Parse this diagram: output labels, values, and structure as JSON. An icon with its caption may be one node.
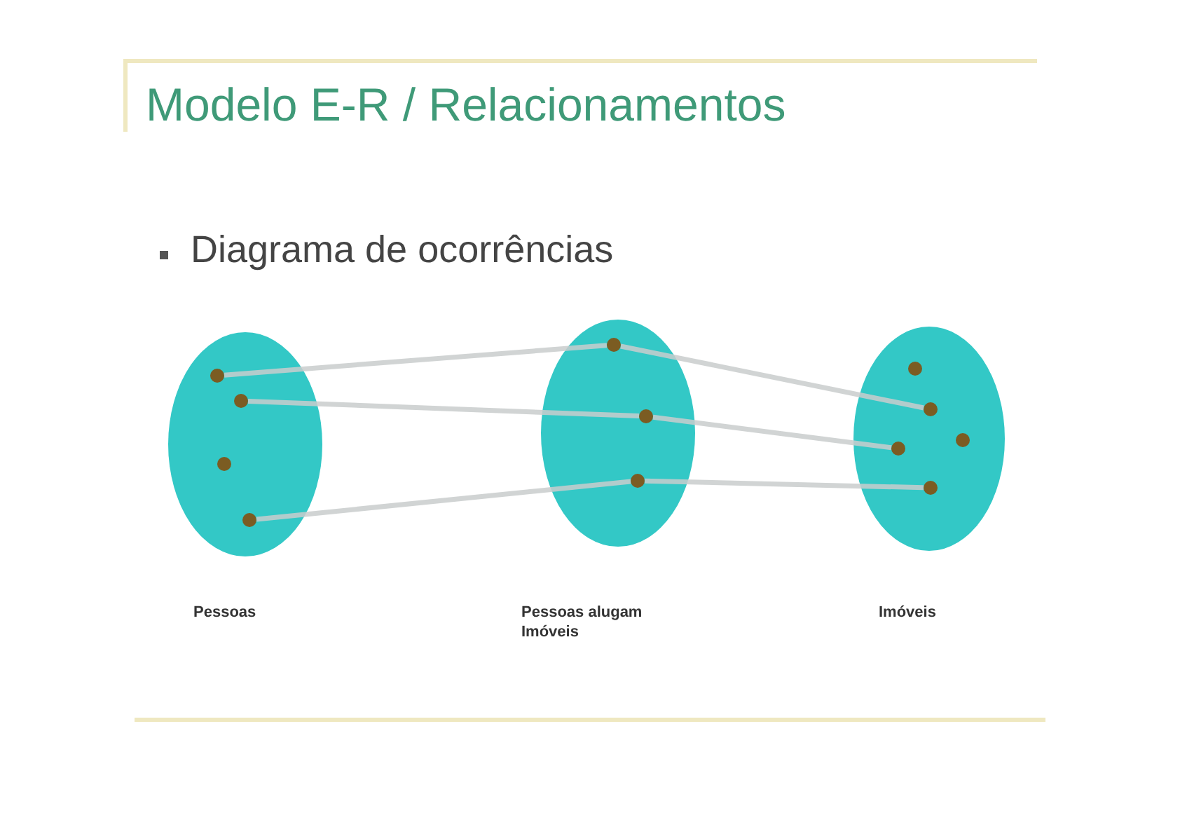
{
  "diagram": {
    "title": "Modelo E-R / Relacionamentos",
    "nodes": [
      {
        "text": [],
        "shape": "ellipse",
        "beside": [
          "Pessoas"
        ]
      },
      {
        "text": [],
        "shape": "circle",
        "in": 0
      },
      {
        "text": [],
        "shape": "circle",
        "in": 0
      },
      {
        "text": [],
        "shape": "circle",
        "in": 0
      },
      {
        "text": [],
        "shape": "circle",
        "in": 0
      },
      {
        "text": [],
        "shape": "ellipse",
        "beside": [
          "Pessoas alugam Imóveis"
        ]
      },
      {
        "text": [],
        "shape": "circle",
        "in": 5
      },
      {
        "text": [],
        "shape": "circle",
        "in": 5
      },
      {
        "text": [],
        "shape": "circle",
        "in": 5
      },
      {
        "text": [],
        "shape": "ellipse",
        "beside": [
          "Imóveis"
        ]
      },
      {
        "text": [],
        "shape": "circle",
        "in": 9
      },
      {
        "text": [],
        "shape": "circle",
        "in": 9
      },
      {
        "text": [],
        "shape": "circle",
        "in": 9
      },
      {
        "text": [],
        "shape": "circle",
        "in": 9
      },
      {
        "text": [],
        "shape": "circle",
        "in": 9
      }
    ],
    "edges": [
      {
        "from": 1,
        "to": 6,
        "arrow": "none"
      },
      {
        "from": 2,
        "to": 7,
        "arrow": "none"
      },
      {
        "from": 4,
        "to": 8,
        "arrow": "none"
      },
      {
        "from": 6,
        "to": 11,
        "arrow": "none"
      },
      {
        "from": 7,
        "to": 13,
        "arrow": "none"
      },
      {
        "from": 8,
        "to": 14,
        "arrow": "none"
      }
    ],
    "labels": [
      "Diagrama de ocorrências"
    ]
  }
}
